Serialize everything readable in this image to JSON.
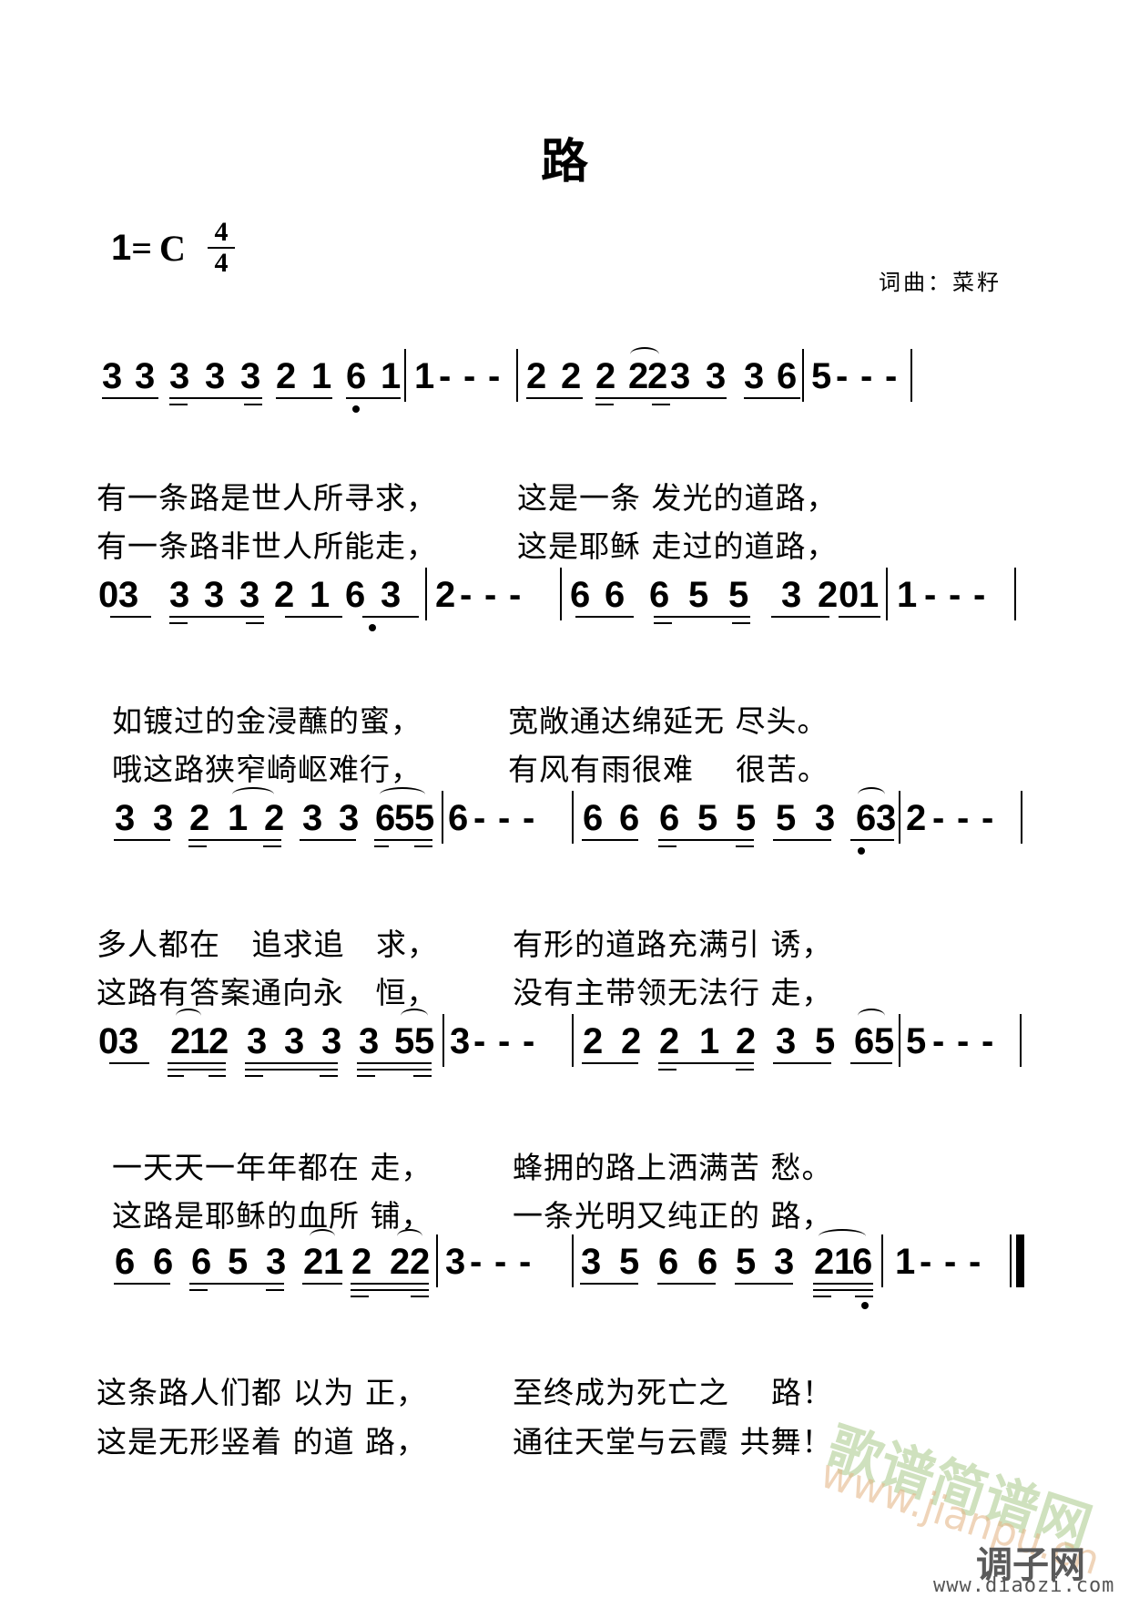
{
  "title": "路",
  "key": {
    "tonic": "1",
    "equals": "=",
    "note": "C",
    "time_top": "4",
    "time_bottom": "4"
  },
  "composer": "词曲：菜籽",
  "rows": [
    {
      "notes": "3 3 3 3 3 2 1 6 1 | 1 - - - | 2 2 2 22 3 3 3 6 | 5 - - - |",
      "lyrics": [
        "有一条路是世人所寻求，",
        "这是一条 发光的道路，",
        "有一条路非世人所能走，",
        "这是耶稣 走过的道路，"
      ]
    },
    {
      "notes": "03 3 3 3 2 1 6 3 | 2 - - - | 6 6 6 5 5 3 2 01 | 1 - - - |",
      "lyrics": [
        "如镀过的金浸蘸的蜜，",
        "宽敞通达绵延无 尽头。",
        "哦这路狭窄崎岖难行，",
        "有风有雨很难    很苦。"
      ]
    },
    {
      "notes": "3 3 2 1 2 3 3 655 | 6 - - - | 6 6 6 5 5 5 3 63 | 2 - - - |",
      "lyrics": [
        "多人都在   追求追   求，",
        "有形的道路充满引 诱，",
        "这路有答案通向永   恒，",
        "没有主带领无法行 走，"
      ]
    },
    {
      "notes": "03 212 3 3 3 3 55 | 3 - - - | 2 2 2 1 2 3 5 65 | 5 - - - |",
      "lyrics": [
        "一天天一年年都在 走，",
        "蜂拥的路上洒满苦 愁。",
        "这路是耶稣的血所 铺，",
        "一条光明又纯正的 路，"
      ]
    },
    {
      "notes": "6 6 6 5 3 21 2 22 | 3 - - - | 3 5 6 6 5 3 216 | 1 - - - ‖",
      "lyrics": [
        "这条路人们都 以为 正，",
        "至终成为死亡之    路！",
        "这是无形竖着 的道 路，",
        "通往天堂与云霞 共舞！"
      ]
    }
  ],
  "glyphs": {
    "r1": [
      "3",
      "3",
      "3",
      "3",
      "3",
      "2",
      "1",
      "6",
      "1",
      "1",
      "-",
      "-",
      "-",
      "2",
      "2",
      "2",
      "2",
      "2",
      "3",
      "3",
      "3",
      "6",
      "5",
      "-",
      "-",
      "-"
    ],
    "r2": [
      "0",
      "3",
      "3",
      "3",
      "3",
      "2",
      "1",
      "6",
      "3",
      "2",
      "-",
      "-",
      "-",
      "6",
      "6",
      "6",
      "5",
      "5",
      "3",
      "2",
      "0",
      "1",
      "1",
      "-",
      "-",
      "-"
    ],
    "r3": [
      "3",
      "3",
      "2",
      "1",
      "2",
      "3",
      "3",
      "6",
      "5",
      "5",
      "6",
      "-",
      "-",
      "-",
      "6",
      "6",
      "6",
      "5",
      "5",
      "5",
      "3",
      "6",
      "3",
      "2",
      "-",
      "-",
      "-"
    ],
    "r4": [
      "0",
      "3",
      "2",
      "1",
      "2",
      "3",
      "3",
      "3",
      "3",
      "5",
      "5",
      "3",
      "-",
      "-",
      "-",
      "2",
      "2",
      "2",
      "1",
      "2",
      "3",
      "5",
      "6",
      "5",
      "5",
      "-",
      "-",
      "-"
    ],
    "r5": [
      "6",
      "6",
      "6",
      "5",
      "3",
      "2",
      "1",
      "2",
      "2",
      "2",
      "3",
      "-",
      "-",
      "-",
      "3",
      "5",
      "6",
      "6",
      "5",
      "3",
      "2",
      "1",
      "6",
      "1",
      "-",
      "-",
      "-"
    ]
  },
  "watermark": {
    "cn": "歌谱简谱网",
    "url1": "www.jianpu.cn",
    "brand": "调子网",
    "url2": "www.diaozi.com"
  }
}
